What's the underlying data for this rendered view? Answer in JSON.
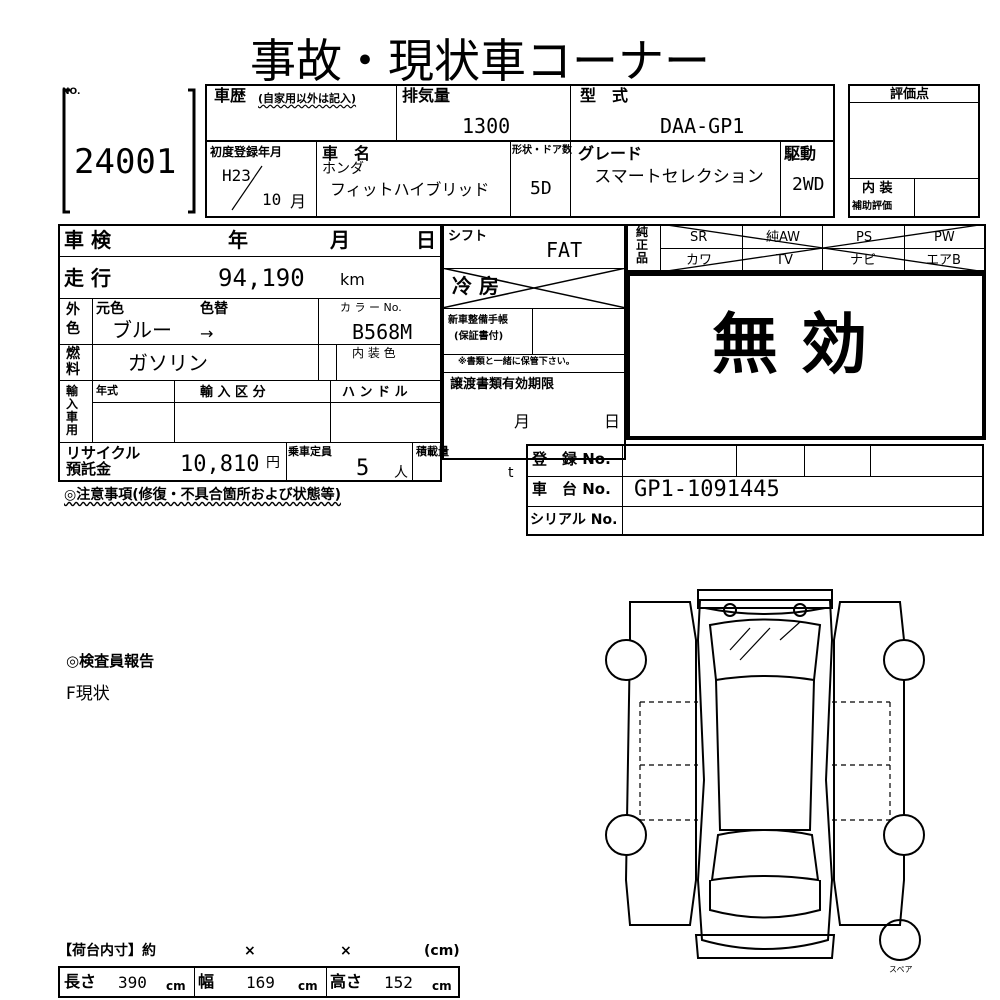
{
  "title": "事故・現状車コーナー",
  "no_label": "NO.",
  "lot_number": "24001",
  "history_label": "車歴",
  "history_note": "(自家用以外は記入)",
  "displacement_label": "排気量",
  "displacement": "1300",
  "model_type_label": "型　式",
  "model_type": "DAA-GP1",
  "score_label": "評価点",
  "interior_label": "内 装",
  "interior_aux_label": "補助評価",
  "first_reg_label": "初度登録年月",
  "first_reg_era": "H23",
  "first_reg_month": "10",
  "month_unit": "月",
  "car_name_label": "車　名",
  "maker": "ホンダ",
  "car_name": "フィットハイブリッド",
  "doors_label": "形状・ドア数",
  "doors": "5D",
  "grade_label": "グレード",
  "grade": "スマートセレクション",
  "drive_label": "駆動",
  "drive": "2WD",
  "shaken_label": "車 検",
  "year_label": "年",
  "month_label": "月",
  "day_label": "日",
  "shift_label": "シフト",
  "shift": "FAT",
  "mileage_label": "走 行",
  "mileage": "94,190",
  "mileage_unit": "km",
  "aircon_label": "冷 房",
  "exterior_label_1": "外",
  "exterior_label_2": "色",
  "orig_color_label": "元色",
  "repaint_label": "色替",
  "color_no_label": "カ ラ ー No.",
  "orig_color": "ブルー",
  "repaint_arrow": "→",
  "color_no": "B568M",
  "fuel_label_1": "燃",
  "fuel_label_2": "料",
  "interior_color_label": "内 装 色",
  "fuel": "ガソリン",
  "import_label": [
    "輸",
    "入",
    "車",
    "用"
  ],
  "model_year_label": "年式",
  "import_type_label": "輸 入 区 分",
  "handle_label": "ハ ン ド ル",
  "warranty_label_1": "新車整備手帳",
  "warranty_label_2": "(保証書付)",
  "warranty_note": "※書類と一緒に保管下さい。",
  "transfer_label": "譲渡書類有効期限",
  "recycle_label_1": "リサイクル",
  "recycle_label_2": "預託金",
  "recycle": "10,810",
  "yen": "円",
  "capacity_label": "乗車定員",
  "capacity": "5",
  "capacity_unit": "人",
  "load_label": "積載量",
  "load_unit": "t",
  "reg_no_label": "登　録 No.",
  "chassis_label": "車　台 No.",
  "chassis_no": "GP1-1091445",
  "serial_label": "シリアル No.",
  "equip_label": [
    "純",
    "正",
    "品"
  ],
  "equip_row1": [
    "SR",
    "純AW",
    "PS",
    "PW"
  ],
  "equip_row2": [
    "カワ",
    "TV",
    "ナビ",
    "エアB"
  ],
  "stamp": "無 効",
  "caution_label": "◎注意事項(修復・不具合箇所および状態等)",
  "inspector_label": "◎検査員報告",
  "inspector_report": "F現状",
  "cargo_label": "【荷台内寸】約",
  "times": "×",
  "cm_paren": "(cm)",
  "length_label": "長さ",
  "length": "390",
  "width_label": "幅",
  "width": "169",
  "height_label": "高さ",
  "height": "152",
  "cm": "cm",
  "spare_label": "スペア"
}
